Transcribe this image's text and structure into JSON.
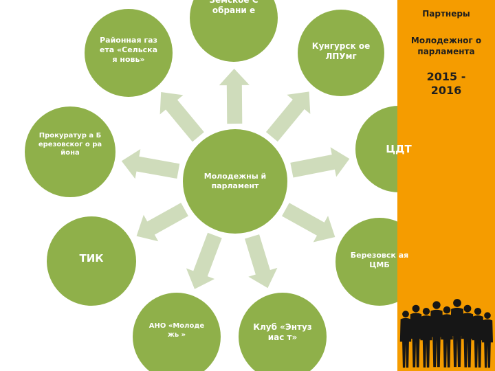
{
  "center": {
    "label": "Молодежны й парламент"
  },
  "partners": [
    {
      "label": "Земское Собрани е"
    },
    {
      "label": "Кунгурск ое ЛПУмг"
    },
    {
      "label": "ЦДТ"
    },
    {
      "label": "Березовск ая ЦМБ"
    },
    {
      "label": "Клуб «Энтузиас т»"
    },
    {
      "label": "АНО «Молодежь »"
    },
    {
      "label": "ТИК"
    },
    {
      "label": "Прокуратур а Березовског о района"
    },
    {
      "label": "Районная газета «Сельская новь»"
    }
  ],
  "sidebar": {
    "title": "Партнеры",
    "subtitle": "Молодежног о парламента",
    "years": "2015 - 2016"
  },
  "colors": {
    "node": "#8fb04a",
    "arrow": "#cfdcbb",
    "sidebar": "#f59c00",
    "text_dark": "#1e1e1e"
  }
}
